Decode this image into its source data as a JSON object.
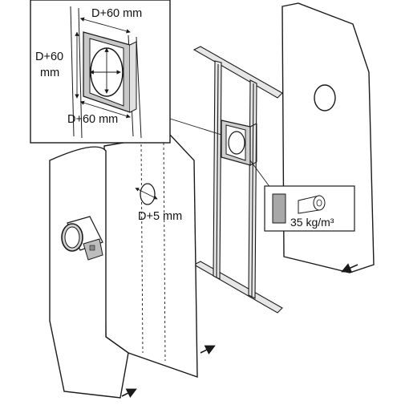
{
  "diagram": {
    "labels": {
      "detail_top_width": "D+60 mm",
      "detail_left_height_line1": "D+60",
      "detail_left_height_line2": "mm",
      "detail_bottom_width": "D+60 mm",
      "panel_hole": "D+5 mm",
      "insulation_density": "35 kg/m³"
    },
    "icons": {
      "insulation_material": "insulation-roll-icon",
      "flow_arrows": "arrow-icon"
    },
    "colors": {
      "line": "#1a1a1a",
      "panel_fill": "#ffffff",
      "metal_gray": "#c8c8c8",
      "frame_gray": "#dcdcdc",
      "insulation_gray": "#a8a8a8"
    }
  }
}
